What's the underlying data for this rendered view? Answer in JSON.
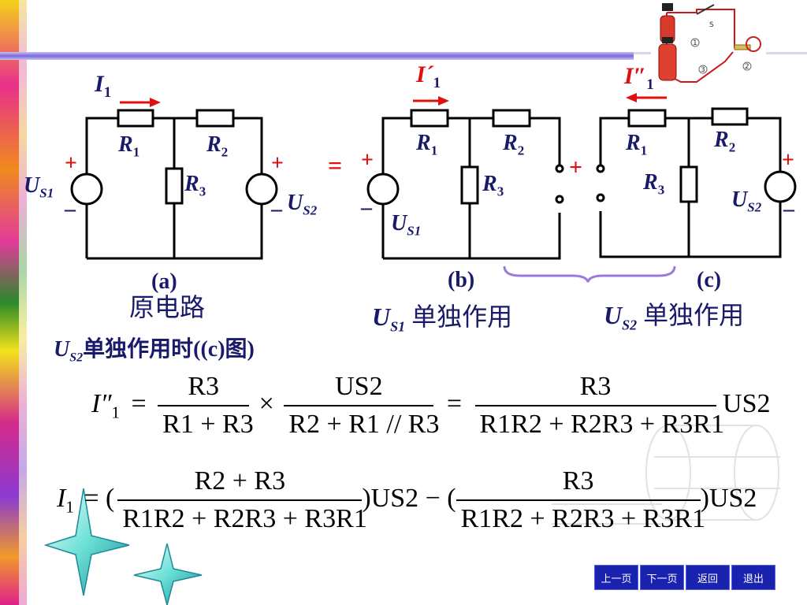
{
  "circuit_a": {
    "caption": "(a)",
    "title": "原电路",
    "current": "I",
    "current_sub": "1"
  },
  "circuit_b": {
    "caption": "(b)",
    "label_suffix": "单独作用",
    "source": "U",
    "source_sub": "S1",
    "current": "I´",
    "current_sub": "1"
  },
  "circuit_c": {
    "caption": "(c)",
    "label_suffix": "单独作用",
    "source": "U",
    "source_sub": "S2",
    "current": "I″",
    "current_sub": "1"
  },
  "operators": {
    "equals": "=",
    "plus": "+"
  },
  "section_heading": {
    "source": "U",
    "source_sub": "S2",
    "text": "单独作用时((c)图)"
  },
  "equation1": {
    "lhs": "I″",
    "lhs_sub": "1",
    "eq": "=",
    "times": "×",
    "frac1_num": "R3",
    "frac1_den": "R1 + R3",
    "frac2_num": "US2",
    "frac2_den": "R2 + R1 // R3",
    "frac3_num": "R3",
    "frac3_den": "R1R2 + R2R3 + R3R1",
    "tail": "US2"
  },
  "equation2": {
    "lhs": "I",
    "lhs_sub": "1",
    "eq": "= (",
    "frac1_num": "R2 + R3",
    "frac1_den": "R1R2 + R2R3 + R3R1",
    "mid": ")US2 − (",
    "frac2_num": "R3",
    "frac2_den": "R1R2 + R2R3 + R3R1",
    "tail": ")US2"
  },
  "photo_labels": {
    "switch": "S",
    "one": "1",
    "two": "2",
    "three": "3"
  },
  "nav": {
    "prev": "上一页",
    "next": "下一页",
    "back": "返回",
    "exit": "退出"
  },
  "colors": {
    "accent_red": "#e01010",
    "label_purple": "#1a1a6a",
    "nav_blue": "#1a22b0",
    "brace": "#9a7ad8"
  }
}
